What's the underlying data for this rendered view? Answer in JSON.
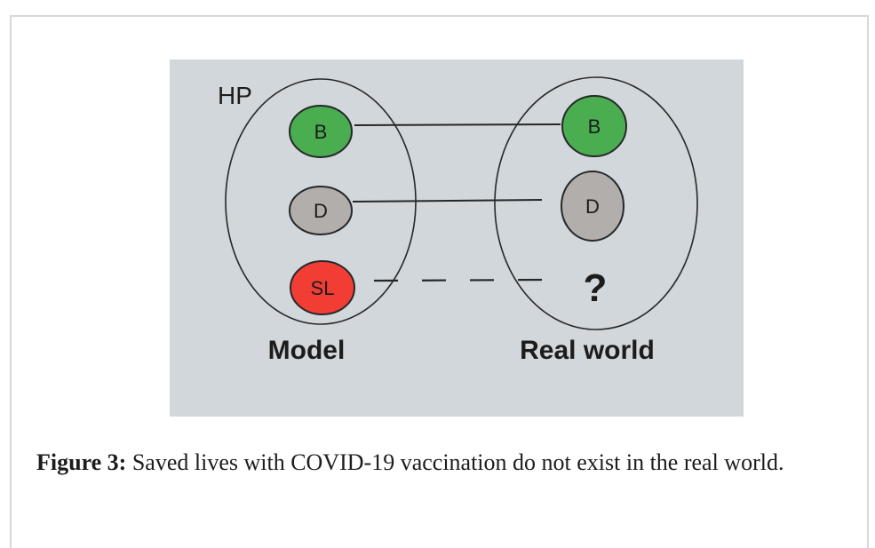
{
  "figure_panel": {
    "bg": "#d2d7db",
    "hp_label": "HP",
    "model_set": {
      "label": "Model",
      "nodes": [
        {
          "label": "B",
          "color": "#4aad4f"
        },
        {
          "label": "D",
          "color": "#b1aeab"
        },
        {
          "label": "SL",
          "color": "#f23d35"
        }
      ]
    },
    "real_world_set": {
      "label": "Real world",
      "nodes": [
        {
          "label": "B",
          "color": "#4aad4f"
        },
        {
          "label": "D",
          "color": "#b1aeab"
        }
      ],
      "missing_marker": "?",
      "missing_marker_color": "#f23d35"
    },
    "mappings": [
      {
        "from": "B",
        "to": "B",
        "style": "solid"
      },
      {
        "from": "D",
        "to": "D",
        "style": "solid"
      },
      {
        "from": "SL",
        "to": "?",
        "style": "dashed"
      }
    ]
  },
  "caption": {
    "label": "Figure 3:",
    "text": " Saved lives with COVID-19 vaccination do not exist in the real world."
  }
}
